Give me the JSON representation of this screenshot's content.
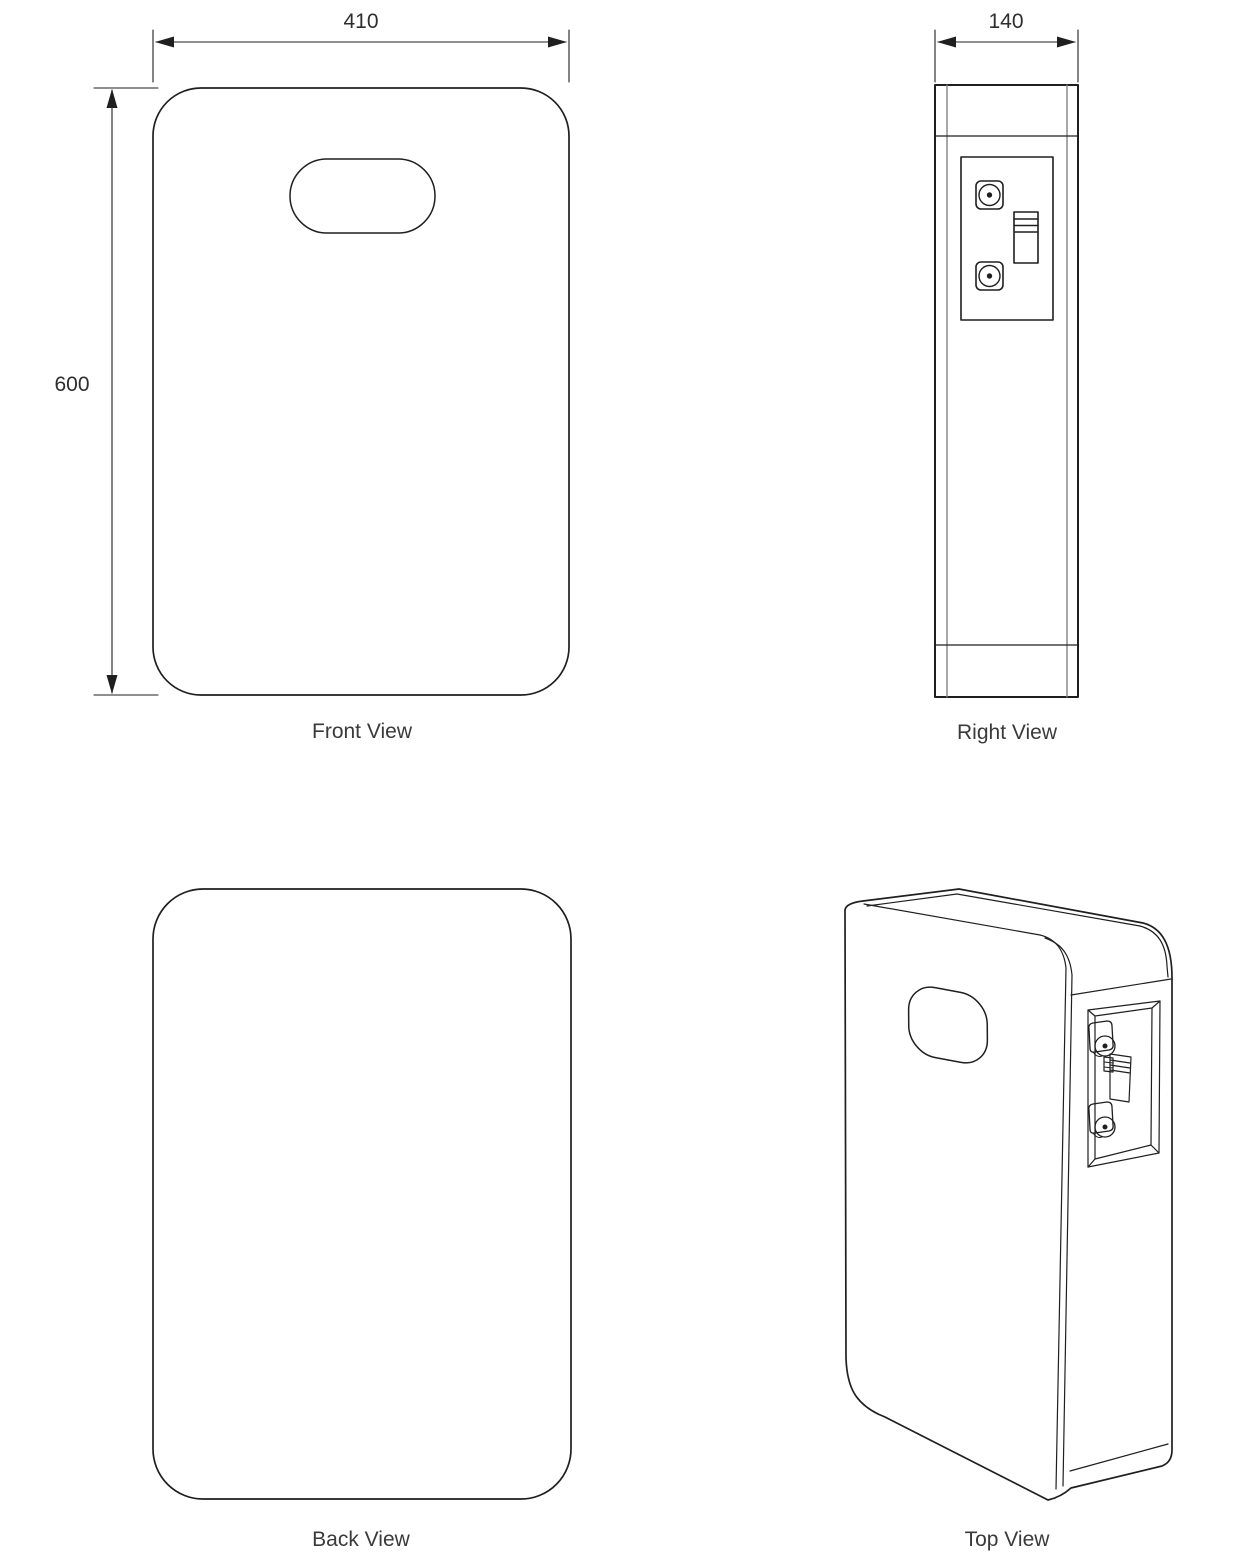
{
  "drawing": {
    "title_context": "four-view technical drawing of a wall-mounted battery unit",
    "colors": {
      "background": "#ffffff",
      "line": "#1f1f1f",
      "secondary_line": "#828282",
      "text": "#3a3a3a"
    }
  },
  "views": {
    "front": {
      "label": "Front View",
      "width_dim": "410",
      "height_dim": "600"
    },
    "right": {
      "label": "Right View",
      "width_dim": "140"
    },
    "back": {
      "label": "Back View"
    },
    "top": {
      "label": "Top View"
    }
  }
}
